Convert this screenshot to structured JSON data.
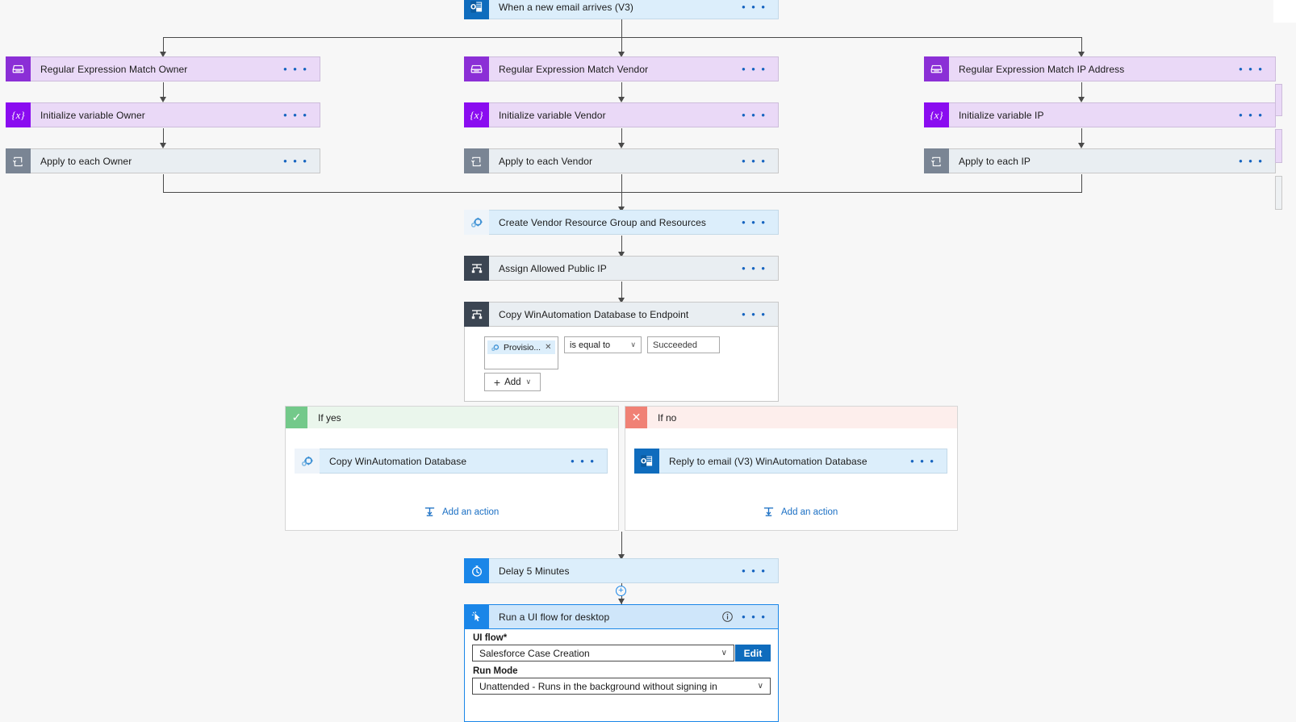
{
  "canvas": {
    "background": "#f7f7f7",
    "accent": "#1a86e8",
    "link_color": "#1664c0",
    "connector_color": "#4a4a4a"
  },
  "nodes": {
    "trigger": {
      "title": "When a new email arrives (V3)",
      "icon": "outlook-icon",
      "menu": "• • •"
    },
    "regex_owner": {
      "title": "Regular Expression Match Owner",
      "icon": "regex-match-icon",
      "menu": "• • •"
    },
    "regex_vendor": {
      "title": "Regular Expression Match Vendor",
      "icon": "regex-match-icon",
      "menu": "• • •"
    },
    "regex_ip": {
      "title": "Regular Expression Match IP Address",
      "icon": "regex-match-icon",
      "menu": "• • •"
    },
    "init_owner": {
      "title": "Initialize variable Owner",
      "icon": "variable-icon",
      "menu": "• • •"
    },
    "init_vendor": {
      "title": "Initialize variable Vendor",
      "icon": "variable-icon",
      "menu": "• • •"
    },
    "init_ip": {
      "title": "Initialize variable IP",
      "icon": "variable-icon",
      "menu": "• • •"
    },
    "foreach_owner": {
      "title": "Apply to each Owner",
      "icon": "apply-to-each-icon",
      "menu": "• • •"
    },
    "foreach_vendor": {
      "title": "Apply to each Vendor",
      "icon": "apply-to-each-icon",
      "menu": "• • •"
    },
    "foreach_ip": {
      "title": "Apply to each IP",
      "icon": "apply-to-each-icon",
      "menu": "• • •"
    },
    "create_rg": {
      "title": "Create Vendor Resource Group and Resources",
      "icon": "azure-automation-icon",
      "menu": "• • •"
    },
    "assign_ip": {
      "title": "Assign Allowed Public IP",
      "icon": "control-condition-icon",
      "menu": "• • •"
    },
    "copy_db_endpoint": {
      "title": "Copy WinAutomation Database to Endpoint",
      "icon": "control-condition-icon",
      "menu": "• • •"
    },
    "delay": {
      "title": "Delay 5 Minutes",
      "icon": "clock-icon",
      "menu": "• • •"
    },
    "uiflow": {
      "title": "Run a UI flow for desktop",
      "icon": "ui-flow-icon",
      "menu": "• • •",
      "info": "i"
    }
  },
  "condition": {
    "token": {
      "label": "Provisio...",
      "close": "✕",
      "icon": "azure-automation-icon"
    },
    "operator": {
      "value": "is equal to",
      "chevron": "∨"
    },
    "value": "Succeeded",
    "add_button": {
      "label": "Add",
      "plus": "+",
      "chevron": "∨"
    }
  },
  "branches": {
    "yes": {
      "label": "If yes",
      "icon": "check-icon",
      "icon_glyph": "✓",
      "action": {
        "title": "Copy WinAutomation Database",
        "icon": "azure-automation-icon",
        "menu": "• • •"
      },
      "add_action": "Add an action"
    },
    "no": {
      "label": "If no",
      "icon": "cross-icon",
      "icon_glyph": "✕",
      "action": {
        "title": "Reply to email (V3) WinAutomation Database",
        "icon": "outlook-icon",
        "menu": "• • •"
      },
      "add_action": "Add an action"
    }
  },
  "uiflow_form": {
    "field1": {
      "label": "UI flow",
      "required": "*",
      "value": "Salesforce Case Creation",
      "chevron": "∨"
    },
    "edit_button": "Edit",
    "field2": {
      "label": "Run Mode",
      "required": "",
      "value": "Unattended - Runs in the background without signing in",
      "chevron": "∨"
    }
  },
  "insert_button": {
    "glyph": "+"
  }
}
